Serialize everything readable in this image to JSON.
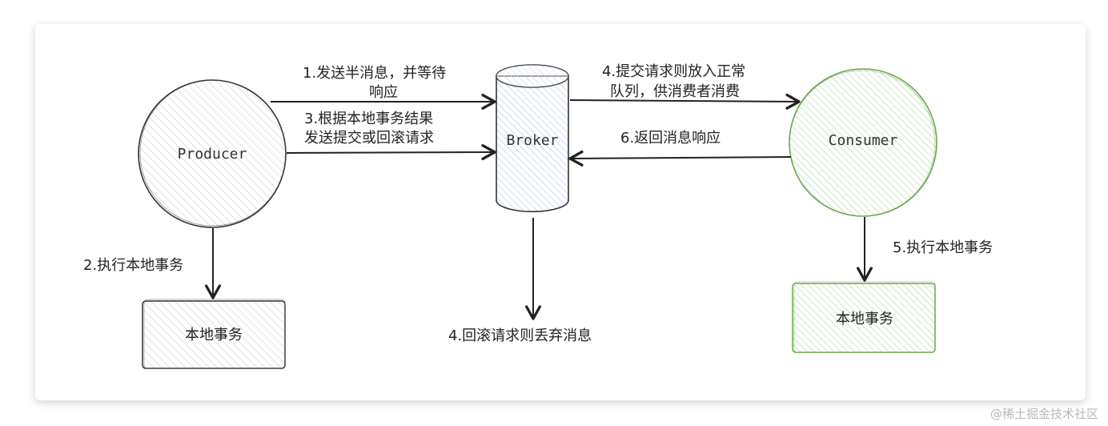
{
  "nodes": {
    "producer": {
      "label": "Producer"
    },
    "broker": {
      "label": "Broker"
    },
    "consumer": {
      "label": "Consumer"
    },
    "producer_local": {
      "label": "本地事务"
    },
    "consumer_local": {
      "label": "本地事务"
    }
  },
  "edges": {
    "step1": {
      "line1": "1.发送半消息，并等待",
      "line2": "响应"
    },
    "step3": {
      "line1": "3.根据本地事务结果",
      "line2": "发送提交或回滚请求"
    },
    "step4_commit": {
      "line1": "4.提交请求则放入正常",
      "line2": "队列，供消费者消费"
    },
    "step6": {
      "label": "6.返回消息响应"
    },
    "step2": {
      "label": "2.执行本地事务"
    },
    "step5": {
      "label": "5.执行本地事务"
    },
    "step4_rollback": {
      "label": "4.回滚请求则丢弃消息"
    }
  },
  "watermark": "@稀土掘金技术社区",
  "colors": {
    "producer_hatch": "#bdbdbd",
    "broker_hatch": "#a9c4e4",
    "consumer_hatch": "#a6d69a",
    "consumer_stroke": "#6aa84f",
    "stroke": "#333333"
  }
}
